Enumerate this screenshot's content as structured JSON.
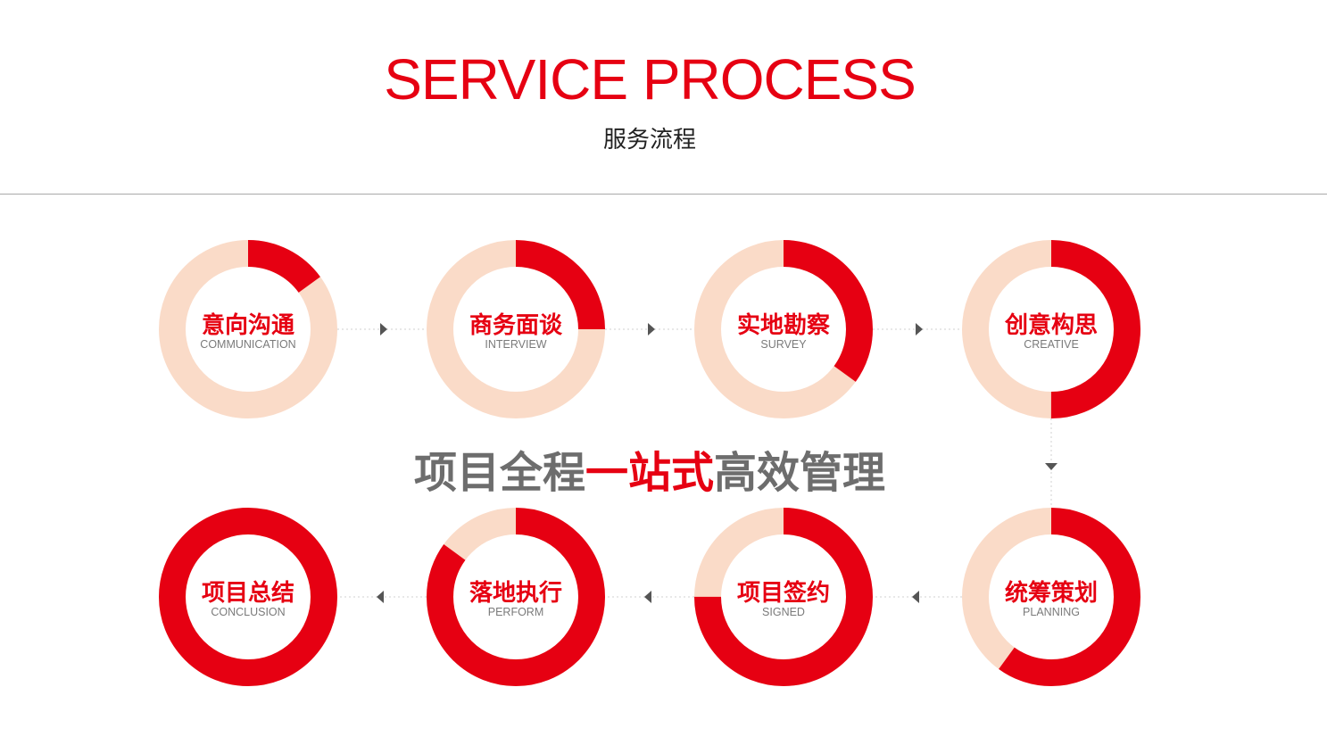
{
  "header": {
    "title": "SERVICE PROCESS",
    "subtitle": "服务流程"
  },
  "slogan": {
    "before": "项目全程",
    "highlight": "一站式",
    "after": "高效管理"
  },
  "colors": {
    "accent": "#e60012",
    "track": "#fadbc8",
    "connector": "#d0d0d0",
    "arrow": "#555555",
    "subtext": "#7a7a7a",
    "slogan": "#6d6d6d"
  },
  "steps": [
    {
      "title": "意向沟通",
      "subtitle": "COMMUNICATION",
      "progress": 0.15
    },
    {
      "title": "商务面谈",
      "subtitle": "INTERVIEW",
      "progress": 0.25
    },
    {
      "title": "实地勘察",
      "subtitle": "SURVEY",
      "progress": 0.35
    },
    {
      "title": "创意构思",
      "subtitle": "CREATIVE",
      "progress": 0.5
    },
    {
      "title": "统筹策划",
      "subtitle": "PLANNING",
      "progress": 0.6
    },
    {
      "title": "项目签约",
      "subtitle": "SIGNED",
      "progress": 0.75
    },
    {
      "title": "落地执行",
      "subtitle": "PERFORM",
      "progress": 0.85
    },
    {
      "title": "项目总结",
      "subtitle": "CONCLUSION",
      "progress": 1.0
    }
  ]
}
